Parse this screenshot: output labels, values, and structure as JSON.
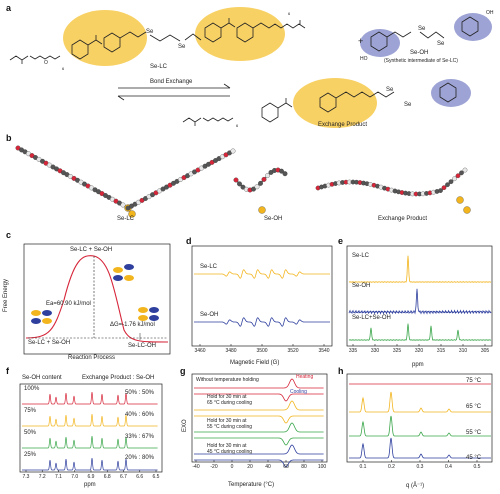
{
  "panels": {
    "a": {
      "letter": "a",
      "se_lc_label": "Se-LC",
      "se_oh_label": "Se-OH",
      "se_oh_caption": "(Synthetic intermediate of Se-LC)",
      "plus": "+",
      "bond_exchange": "Bond Exchange",
      "exchange_product": "Exchange Product",
      "sub6": "6",
      "o": "O",
      "ho": "HO",
      "oh": "OH",
      "se": "Se"
    },
    "b": {
      "letter": "b",
      "labels": [
        "Se-LC",
        "Se-OH",
        "Exchange Product"
      ]
    },
    "c": {
      "letter": "c",
      "ylabel": "Free Energy",
      "xlabel": "Reaction Process",
      "top_label": "Se-LC + Se-OH",
      "ea": "Ea=60.90 kJ/mol",
      "dg": "ΔG=-1.76 kJ/mol",
      "left_label": "Se-LC + Se-OH",
      "right_label": "Se-LC-OH"
    },
    "d": {
      "letter": "d",
      "xlabel": "Magnetic Field (G)",
      "ticks": [
        "3460",
        "3480",
        "3500",
        "3520",
        "3540"
      ],
      "series": [
        "Se-LC",
        "Se-OH"
      ]
    },
    "e": {
      "letter": "e",
      "xlabel": "ppm",
      "ticks": [
        "335",
        "330",
        "325",
        "320",
        "315",
        "310",
        "305"
      ],
      "series": [
        "Se-LC",
        "Se-OH",
        "Se-LC+Se-OH"
      ]
    },
    "f": {
      "letter": "f",
      "header_left": "Se-OH content",
      "header_right": "Exchange Product : Se-OH",
      "xlabel": "ppm",
      "ticks": [
        "7.3",
        "7.2",
        "7.1",
        "7.0",
        "6.9",
        "6.8",
        "6.7",
        "6.6",
        "6.5"
      ],
      "rows": [
        {
          "content": "100%",
          "ratio": "50% : 50%"
        },
        {
          "content": "75%",
          "ratio": "40% : 60%"
        },
        {
          "content": "50%",
          "ratio": "33% : 67%"
        },
        {
          "content": "25%",
          "ratio": "20% : 80%"
        }
      ]
    },
    "g": {
      "letter": "g",
      "ylabel": "EXO",
      "xlabel": "Temperature (°C)",
      "ticks": [
        "-40",
        "-20",
        "0",
        "20",
        "40",
        "60",
        "80",
        "100"
      ],
      "heating": "Heating",
      "cooling": "Cooling",
      "annotations": [
        "Without temperature holding",
        "Hold for 30 min at",
        "65 °C during cooling",
        "Hold for 30 min at",
        "55 °C during cooling",
        "Hold for 30 min at",
        "45 °C during cooling"
      ]
    },
    "h": {
      "letter": "h",
      "xlabel": "q (Å⁻¹)",
      "ticks": [
        "0.1",
        "0.2",
        "0.3",
        "0.4",
        "0.5"
      ],
      "temps": [
        "75 °C",
        "65 °C",
        "55 °C",
        "45 °C"
      ]
    }
  },
  "colors": {
    "yellow": "#f2b51e",
    "yellow_fill": "#f7c94a",
    "blue": "#2e3f9e",
    "blue_fill": "#8c93cc",
    "green": "#3aa64a",
    "red": "#d6263a",
    "dark": "#222222"
  }
}
